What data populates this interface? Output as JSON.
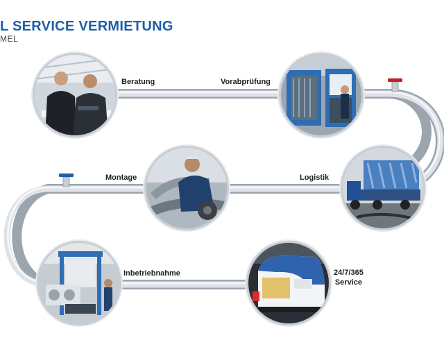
{
  "header": {
    "title": "L SERVICE VERMIETUNG",
    "subtitle": "MEL"
  },
  "steps": [
    {
      "label": "Beratung",
      "icon": "consultation-photo-icon"
    },
    {
      "label": "Vorabprüfung",
      "icon": "control-cabinet-photo-icon"
    },
    {
      "label": "Logistik",
      "icon": "truck-loading-photo-icon"
    },
    {
      "label": "Montage",
      "icon": "technician-assembly-photo-icon"
    },
    {
      "label": "Inbetriebnahme",
      "icon": "commissioning-unit-photo-icon"
    },
    {
      "label_line1": "24/7/365",
      "label_line2": "Service",
      "icon": "service-van-photo-icon"
    }
  ],
  "colors": {
    "title": "#1f5ea8",
    "pipe": "#c5ccd3",
    "valve_red": "#c41e2e",
    "valve_blue": "#1f5ea8"
  }
}
